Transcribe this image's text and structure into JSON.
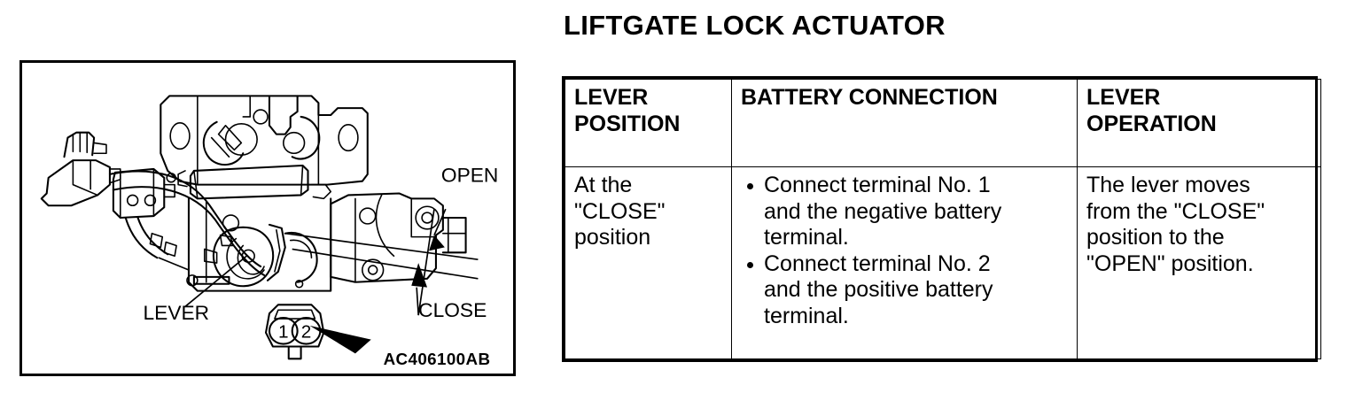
{
  "document": {
    "title": "LIFTGATE LOCK ACTUATOR"
  },
  "figure": {
    "reference_code": "AC406100AB",
    "labels": {
      "lever": "LEVER",
      "open": "OPEN",
      "close": "CLOSE"
    },
    "connector_terminals": [
      "1",
      "2"
    ],
    "caption_icons": {
      "open_arrow": "arrow-down-icon",
      "close_arrow": "arrow-up-icon"
    }
  },
  "table": {
    "headers": {
      "col1_line1": "LEVER",
      "col1_line2": "POSITION",
      "col2_line1": "BATTERY CONNECTION",
      "col3_line1": "LEVER",
      "col3_line2": "OPERATION"
    },
    "rows": [
      {
        "lever_position": {
          "line1": "At the",
          "line2": "\"CLOSE\"",
          "line3": "position"
        },
        "battery_connection": [
          {
            "line1": "Connect terminal No. 1",
            "line2": "and the negative battery",
            "line3": "terminal."
          },
          {
            "line1": "Connect terminal No. 2",
            "line2": "and the positive battery",
            "line3": "terminal."
          }
        ],
        "lever_operation": {
          "line1": "The lever moves",
          "line2": "from the \"CLOSE\"",
          "line3": "position to the",
          "line4": "\"OPEN\" position."
        }
      }
    ]
  },
  "colors": {
    "ink": "#000000",
    "paper": "#ffffff"
  }
}
